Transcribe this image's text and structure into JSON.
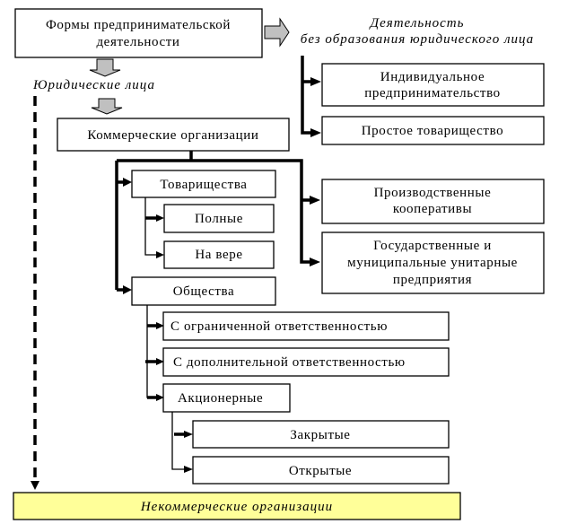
{
  "diagram": {
    "root": {
      "lines": [
        "Формы предпринимательской",
        "деятельности"
      ]
    },
    "no_legal_entity_label": {
      "lines": [
        "Деятельность",
        "без образования юридического лица"
      ]
    },
    "legal_entities_label": "Юридические лица",
    "individual_entrepreneurship": {
      "lines": [
        "Индивидуальное",
        "предпринимательство"
      ]
    },
    "simple_partnership": "Простое товарищество",
    "commercial_orgs": "Коммерческие организации",
    "partnerships": "Товарищества",
    "full_partnerships": "Полные",
    "limited_partnerships": "На вере",
    "companies": "Общества",
    "production_coops": {
      "lines": [
        "Производственные",
        "кооперативы"
      ]
    },
    "unitary_enterprises": {
      "lines": [
        "Государственные и",
        "муниципальные унитарные",
        "предприятия"
      ]
    },
    "llc": "С ограниченной ответственностью",
    "alc": "С дополнительной ответственностью",
    "joint_stock": "Акционерные",
    "closed_jsc": "Закрытые",
    "open_jsc": "Открытые",
    "non_commercial_orgs": "Некоммерческие организации",
    "colors": {
      "noncommercial_fill": "#ffff99",
      "block_arrow_fill": "#c0c0c0"
    }
  }
}
